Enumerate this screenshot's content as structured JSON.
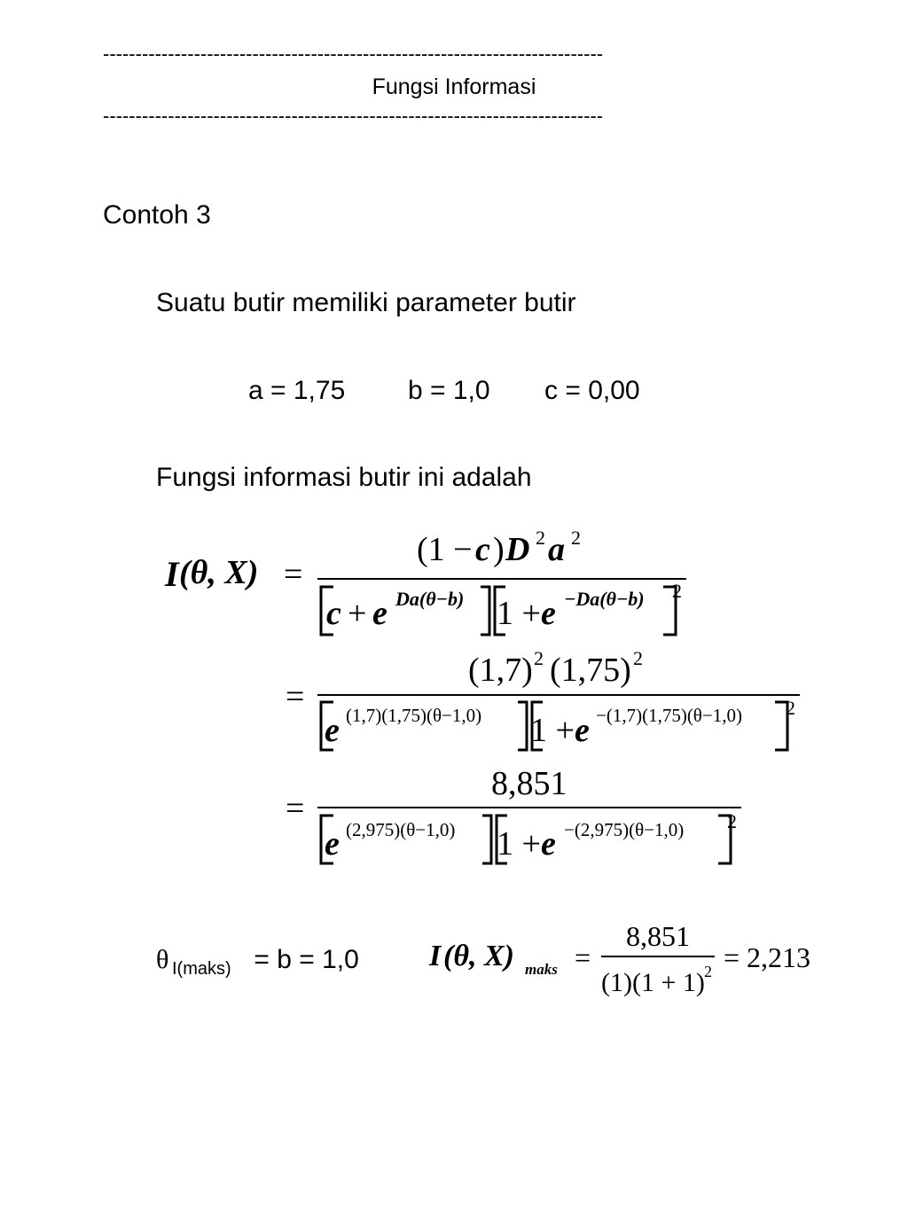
{
  "header": {
    "dash_top": "-----------------------------------------------------------------------------",
    "title": "Fungsi Informasi",
    "dash_bottom": "-----------------------------------------------------------------------------"
  },
  "content": {
    "example_title": "Contoh 3",
    "intro": "Suatu butir memiliki parameter butir",
    "params": {
      "a": "a = 1,75",
      "b": "b = 1,0",
      "c": "c = 0,00"
    },
    "info_text": "Fungsi informasi butir ini adalah"
  },
  "formula1": {
    "lhs_I": "I",
    "lhs_args": "(θ, X)",
    "eq": "=",
    "num_open": "(1 −",
    "num_c": "c",
    "num_close": ")",
    "num_D": "D",
    "num_D_exp": "2",
    "num_a": "a",
    "num_a_exp": "2",
    "den_c": "c",
    "den_plus": "+",
    "den_e": "e",
    "den_exp1": "Da(θ−b)",
    "den_one": "1 +",
    "den_e2": "e",
    "den_exp2": "−Da(θ−b)",
    "den_outer_exp": "2"
  },
  "formula2": {
    "eq": "=",
    "numerator": "(1,7)",
    "num_exp1": "2",
    "numerator2": "(1,75)",
    "num_exp2": "2",
    "den_e": "e",
    "den_exp1": "(1,7)(1,75)(θ−1,0)",
    "den_one": "1 +",
    "den_e2": "e",
    "den_exp2": "−(1,7)(1,75)(θ−1,0)",
    "den_outer_exp": "2"
  },
  "formula3": {
    "eq": "=",
    "numerator": "8,851",
    "den_e": "e",
    "den_exp1": "(2,975)(θ−1,0)",
    "den_one": "1 +",
    "den_e2": "e",
    "den_exp2": "−(2,975)(θ−1,0)",
    "den_outer_exp": "2"
  },
  "result": {
    "theta": "θ",
    "theta_sub": "I(maks)",
    "theta_value": " = b = 1,0",
    "I": "I",
    "I_args": "(θ, X)",
    "I_sub": "maks",
    "eq1": "=",
    "numerator": "8,851",
    "denominator": "(1)(1 + 1)",
    "den_exp": "2",
    "eq2": "= 2,213"
  }
}
